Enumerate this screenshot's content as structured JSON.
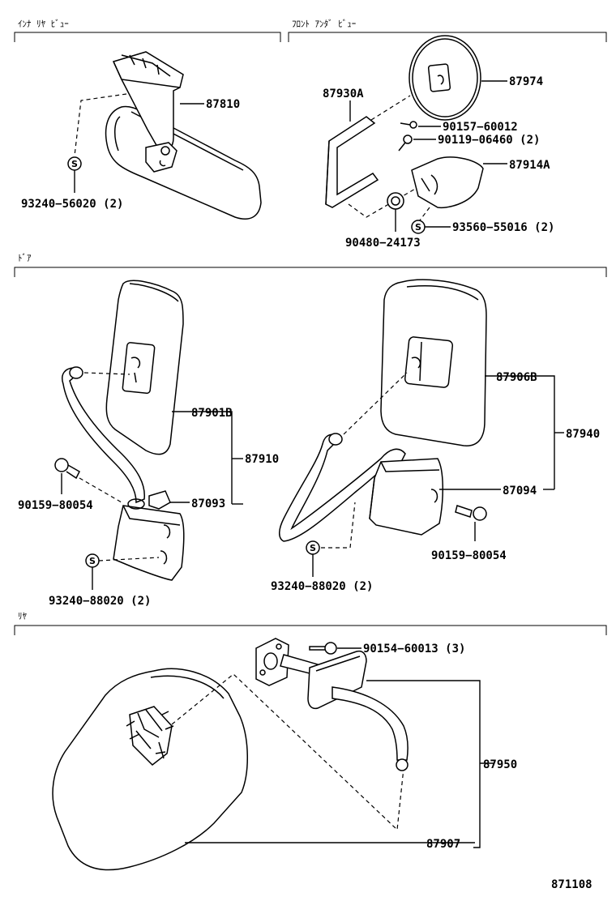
{
  "sections": {
    "inner_rear_view": "ｲﾝﾅ ﾘﾔ ﾋﾞｭｰ",
    "front_under_view": "ﾌﾛﾝﾄ ｱﾝﾀﾞ ﾋﾞｭｰ",
    "door": "ﾄﾞｱ",
    "rear": "ﾘﾔ"
  },
  "parts": {
    "p87810": "87810",
    "p93240_56020": "93240−56020 (2)",
    "p87930A": "87930A",
    "p87974": "87974",
    "p90157_60012": "90157−60012",
    "p90119_06460": "90119−06460 (2)",
    "p87914A": "87914A",
    "p93560_55016": "93560−55016 (2)",
    "p90480_24173": "90480−24173",
    "p87901B": "87901B",
    "p87910": "87910",
    "p87093": "87093",
    "p90159_80054_left": "90159−80054",
    "p93240_88020_left": "93240−88020 (2)",
    "p87906B": "87906B",
    "p87940": "87940",
    "p87094": "87094",
    "p90159_80054_right": "90159−80054",
    "p93240_88020_right": "93240−88020 (2)",
    "p90154_60013": "90154−60013 (3)",
    "p87950": "87950",
    "p87907": "87907"
  },
  "symbols": {
    "s": "S"
  },
  "figure_number": "871108"
}
